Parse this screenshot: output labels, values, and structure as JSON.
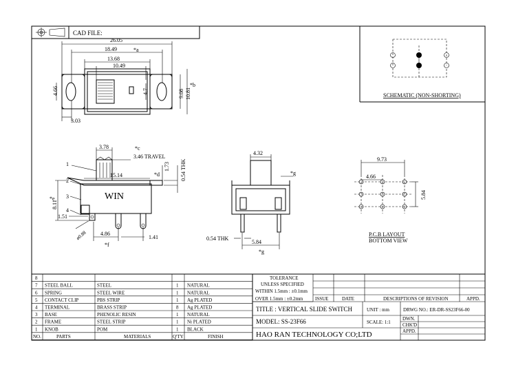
{
  "header": {
    "cad_label": "CAD FILE:"
  },
  "top_view": {
    "dims": [
      "26.05",
      "18.49",
      "13.68",
      "10.49",
      "4.66",
      "4.7",
      "9.08",
      "10.81",
      "3.03"
    ],
    "marks": [
      "*a",
      "*b"
    ]
  },
  "schematic": {
    "caption": "SCHEMATIC (NON-SHORTING)"
  },
  "side_view": {
    "dims": [
      "3.78",
      "3.46 TRAVEL",
      "15.14",
      "1.73",
      "0.54 THK",
      "8.11",
      "1.51",
      "4.86",
      "1.41",
      "ø0.88"
    ],
    "marks": [
      "*c",
      "*d",
      "*e",
      "*f"
    ],
    "callouts": [
      "1",
      "2",
      "3",
      "4"
    ],
    "brand": "WIN"
  },
  "end_view": {
    "dims": [
      "4.32",
      "5.84",
      "0.54 THK"
    ],
    "marks": [
      "*g",
      "*g"
    ]
  },
  "pcb": {
    "dims": [
      "9.73",
      "4.66",
      "5.84"
    ],
    "caption": [
      "P.C.B LAYOUT",
      "BOTTOM VIEW"
    ]
  },
  "parts": {
    "header": {
      "no": "NO.",
      "parts": "PARTS",
      "materials": "MATERIALS",
      "qty": "Q'TY",
      "finish": "FINISH"
    },
    "rows": [
      {
        "no": "8",
        "part": "",
        "material": "",
        "qty": "",
        "finish": ""
      },
      {
        "no": "7",
        "part": "STEEL BALL",
        "material": "STEEL",
        "qty": "1",
        "finish": "NATURAL"
      },
      {
        "no": "6",
        "part": "SPRING",
        "material": "STEEL WIRE",
        "qty": "1",
        "finish": "NATURAL"
      },
      {
        "no": "5",
        "part": "CONTACT CLIP",
        "material": "PBS STRIP",
        "qty": "1",
        "finish": "Ag PLATED"
      },
      {
        "no": "4",
        "part": "TERMINAL",
        "material": "BRASS STRIP",
        "qty": "8",
        "finish": "Ag PLATED"
      },
      {
        "no": "3",
        "part": "BASE",
        "material": "PHENOLIC RESIN",
        "qty": "1",
        "finish": "NATURAL"
      },
      {
        "no": "2",
        "part": "FRAME",
        "material": "STEEL STRIP",
        "qty": "1",
        "finish": "Ni PLATED"
      },
      {
        "no": "1",
        "part": "KNOB",
        "material": "POM",
        "qty": "1",
        "finish": "BLACK"
      }
    ]
  },
  "title_block": {
    "tolerance": [
      "TOLERANCE",
      "UNLESS  SPECIFIED",
      "WITHIN 1.5mm : ±0.1mm",
      "OVER 1.5mm : ±0.2mm"
    ],
    "issue": "ISSUE",
    "date": "DATE",
    "revision": "DESCRIPTIONS OF REVISION",
    "appd": "APPD.",
    "title": "TITLE :  VERTICAL SLIDE SWITCH",
    "unit": "UNIT :   mm",
    "drwg": "DRWG NO.:  ER-DR-SS23F66-00",
    "model": "MODEL:  SS-23F66",
    "scale": "SCALE:   1:1",
    "dwn": "DWN.",
    "chkd": "CHK'D",
    "appd2": "APPD.",
    "company": "HAO RAN TECHNOLOGY CO;LTD"
  }
}
